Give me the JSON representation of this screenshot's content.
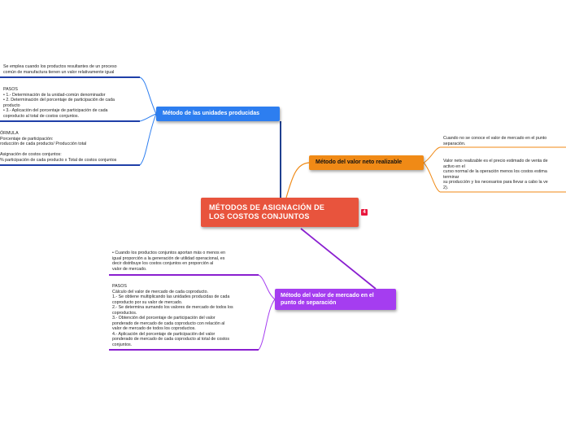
{
  "central": {
    "title": "MÉTODOS DE ASIGNACIÓN DE\nLOS COSTOS CONJUNTOS",
    "icon": "4"
  },
  "branches": {
    "units": {
      "label": "Método de las unidades producidas",
      "leaves": [
        "Se emplea cuando los productos resultantes de un proceso\ncomún de manufactura tienen un valor relativamente igual",
        "PASOS\n• 1.- Determinación de la unidad-común denominador\n• 2. Determinación del porcentaje de participación de cada\nproducto\n• 3.- Aplicación del porcentaje de participación de cada\ncoproducto al total de costos conjuntos.",
        "ÓRMULA\nPorcentaje de participación:\nroducción de cada producto/ Producción total\n\nAsignación de costos conjuntos:\n% participación de cada producto x Total de costos conjuntos"
      ]
    },
    "net": {
      "label": "Método del valor neto realizable",
      "leaves": [
        "Cuando no se conoce el valor de mercado en el punto\nseparación.",
        "Valor neto realizable es el precio estimado de venta de\nactivo en el\ncurso normal de la operación menos los costos estima\nterminar\nsu producción y los necesarios para llevar a cabo la ve\n2)."
      ]
    },
    "market": {
      "label": "Método del valor de mercado en el\npunto de separación",
      "leaves": [
        "• Cuando los productos conjuntos aportan más o menos en\nigual proporción a la generación de utilidad operacional, es\ndecir distribuye los costos conjuntos en proporción al\nvalor de mercado.",
        "PASOS\nCálculo del valor de mercado de cada coproducto.\n1.- Se obtiene multiplicando las unidades producidas de cada\ncoproducto por su valor de mercado.\n2.- Se determina sumando los valores de mercado de todos los\ncoproductos.\n3.- Obtención del porcentaje de participación del valor\nponderado de mercado de cada coproducto con relación al\nvalor de mercado de todos los coproductos.\n4.- Aplicación del porcentaje de participación del valor\nponderado de mercado de cada coproducto al total de costos\nconjuntos."
      ]
    }
  },
  "colors": {
    "central": "#e8543d",
    "units": "#2d7ef0",
    "net": "#f08a16",
    "market": "#a53df0"
  }
}
